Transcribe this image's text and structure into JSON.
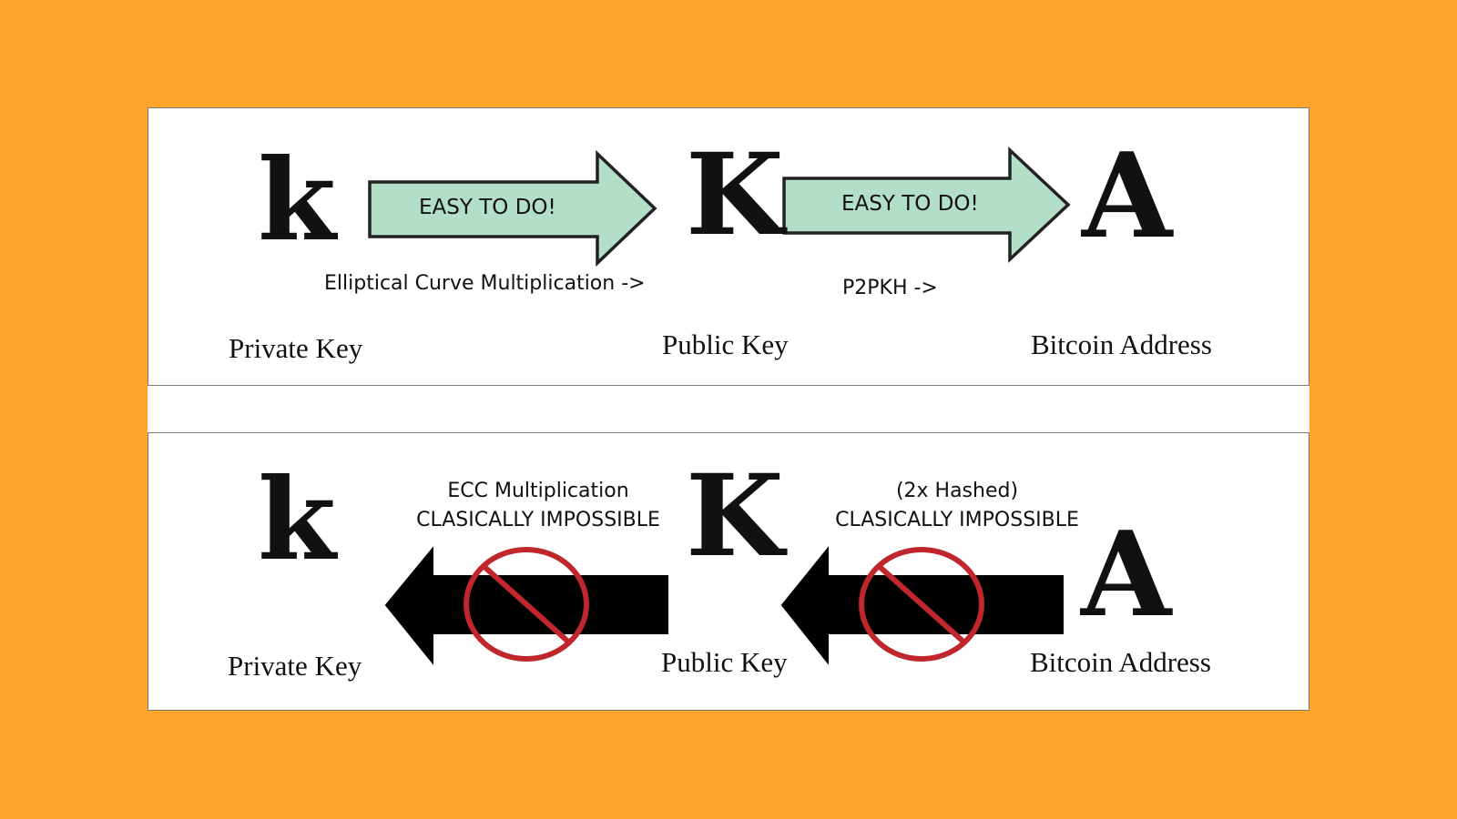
{
  "top": {
    "letters": [
      "k",
      "K",
      "A"
    ],
    "labels": [
      "Private Key",
      "Public Key",
      "Bitcoin Address"
    ],
    "arrow1_text": "EASY TO DO!",
    "arrow2_text": "EASY TO DO!",
    "caption1": "Elliptical Curve Multiplication ->",
    "caption2": "P2PKH ->"
  },
  "bottom": {
    "letters": [
      "k",
      "K",
      "A"
    ],
    "labels": [
      "Private Key",
      "Public Key",
      "Bitcoin Address"
    ],
    "caption1_line1": "ECC Multiplication",
    "caption1_line2": "CLASICALLY IMPOSSIBLE",
    "caption2_line1": "(2x Hashed)",
    "caption2_line2": "CLASICALLY IMPOSSIBLE"
  },
  "colors": {
    "background": "#fea52c",
    "arrow_fill": "#b3dfc9",
    "prohibit_red": "#c0272d"
  }
}
